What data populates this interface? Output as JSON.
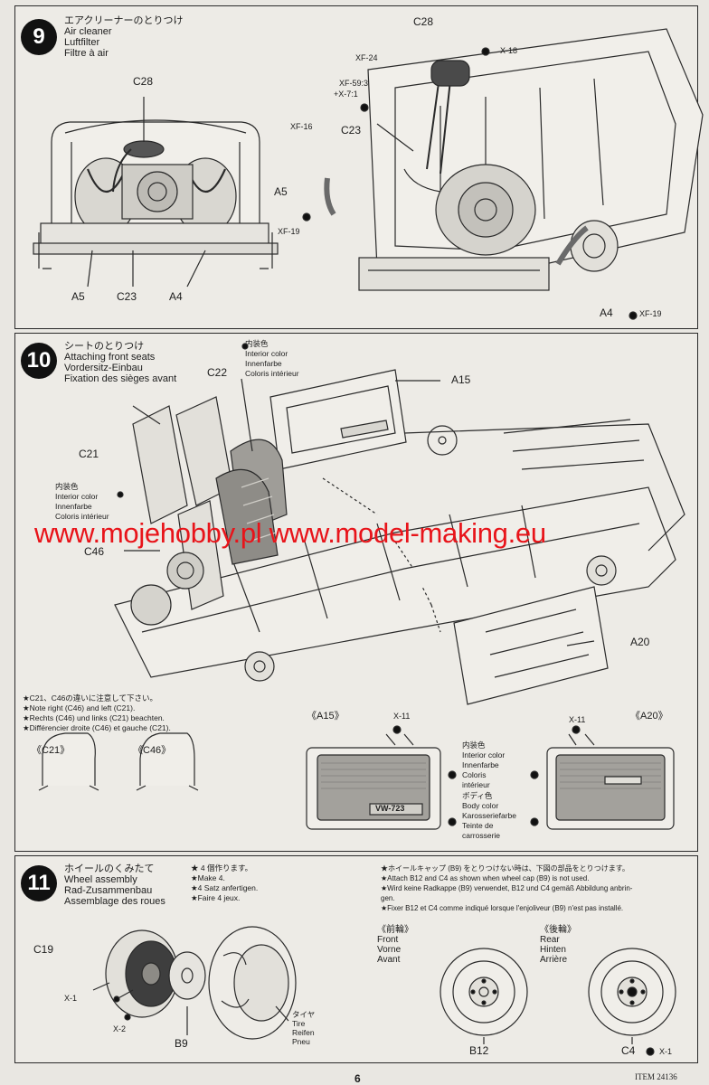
{
  "step9": {
    "number": "9",
    "title_ja": "エアクリーナーのとりつけ",
    "title_en": "Air cleaner",
    "title_de": "Luftfilter",
    "title_fr": "Filtre à air",
    "labels": {
      "c28_left": "C28",
      "c28_right": "C28",
      "xf24": "XF-24",
      "x18": "X-18",
      "xf59": "XF-59:3",
      "x7": "+X-7:1",
      "xf16": "XF-16",
      "c23_right": "C23",
      "a5_right": "A5",
      "xf19_left": "XF-19",
      "a5_bottom": "A5",
      "c23_bottom": "C23",
      "a4_bottom": "A4",
      "a4_right": "A4",
      "xf19_right": "XF-19"
    }
  },
  "step10": {
    "number": "10",
    "title_ja": "シートのとりつけ",
    "title_en": "Attaching front seats",
    "title_de": "Vordersitz-Einbau",
    "title_fr": "Fixation des sièges avant",
    "color_note_top": [
      "内装色",
      "Interior color",
      "Innenfarbe",
      "Coloris intérieur"
    ],
    "color_note_left": [
      "内装色",
      "Interior color",
      "Innenfarbe",
      "Coloris intérieur"
    ],
    "labels": {
      "c22": "C22",
      "a15": "A15",
      "c21": "C21",
      "c46": "C46",
      "a20": "A20"
    },
    "notes": [
      "★C21、C46の違いに注意して下さい。",
      "★Note right (C46) and left (C21).",
      "★Rechts (C46) und links (C21) beachten.",
      "★Différencier droite (C46) et gauche (C21)."
    ],
    "detail_c21": "《C21》",
    "detail_c46": "《C46》",
    "detail_a15": "《A15》",
    "detail_a20": "《A20》",
    "x11_left": "X-11",
    "x11_right": "X-11",
    "door_interior": [
      "内装色",
      "Interior color",
      "Innenfarbe",
      "Coloris",
      "intérieur"
    ],
    "door_body": [
      "ボディ色",
      "Body color",
      "Karosseriefarbe",
      "Teinte de",
      "carrosserie"
    ],
    "plate_text": "VW-723"
  },
  "step11": {
    "number": "11",
    "title_ja": "ホイールのくみたて",
    "title_en": "Wheel assembly",
    "title_de": "Rad-Zusammenbau",
    "title_fr": "Assemblage des roues",
    "make_note": [
      "★ 4 個作ります。",
      "★Make 4.",
      "★4 Satz anfertigen.",
      "★Faire 4 jeux."
    ],
    "cap_note": [
      "★ホイールキャップ (B9) をとりつけない時は、下図の部品をとりつけます。",
      "★Attach B12 and C4 as shown when wheel cap (B9) is not used.",
      "★Wird keine Radkappe (B9) verwendet, B12 und C4 gemäß Abbildung anbrin-",
      "gen.",
      "★Fixer B12 et C4 comme indiqué lorsque l'enjoliveur (B9) n'est pas installé."
    ],
    "front": [
      "《前輪》",
      "Front",
      "Vorne",
      "Avant"
    ],
    "rear": [
      "《後輪》",
      "Rear",
      "Hinten",
      "Arrière"
    ],
    "labels": {
      "c19": "C19",
      "x1_left": "X-1",
      "x2": "X-2",
      "b9": "B9",
      "b12": "B12",
      "c4": "C4",
      "x1_right": "X-1"
    },
    "tire": [
      "タイヤ",
      "Tire",
      "Reifen",
      "Pneu"
    ]
  },
  "watermark": "www.mojehobby.pl www.model-making.eu",
  "footer": {
    "page": "6",
    "item": "ITEM 24136"
  }
}
